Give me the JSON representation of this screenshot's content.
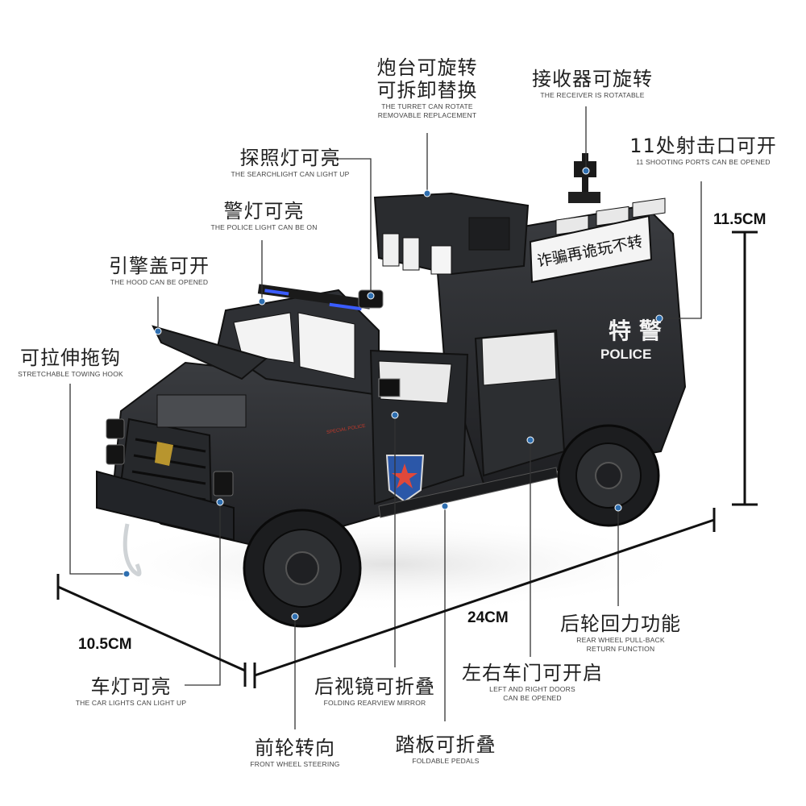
{
  "dimensions": {
    "height": "11.5CM",
    "length": "24CM",
    "width": "10.5CM"
  },
  "vehicle": {
    "banner_text": "诈骗再诡玩不转",
    "door_text": "特 警",
    "police_text": "POLICE",
    "emblem_text": "SPECIAL POLICE"
  },
  "features": [
    {
      "cn": "炮台可旋转",
      "cn2": "可拆卸替换",
      "en": "THE TURRET CAN ROTATE",
      "en2": "REMOVABLE REPLACEMENT"
    },
    {
      "cn": "接收器可旋转",
      "en": "THE RECEIVER IS ROTATABLE"
    },
    {
      "cn": "11处射击口可开",
      "en": "11 SHOOTING PORTS CAN BE OPENED"
    },
    {
      "cn": "探照灯可亮",
      "en": "THE SEARCHLIGHT CAN LIGHT UP"
    },
    {
      "cn": "警灯可亮",
      "en": "THE POLICE LIGHT CAN BE ON"
    },
    {
      "cn": "引擎盖可开",
      "en": "THE HOOD CAN BE OPENED"
    },
    {
      "cn": "可拉伸拖钩",
      "en": "STRETCHABLE TOWING HOOK"
    },
    {
      "cn": "车灯可亮",
      "en": "THE CAR LIGHTS CAN LIGHT UP"
    },
    {
      "cn": "前轮转向",
      "en": "FRONT WHEEL STEERING"
    },
    {
      "cn": "后视镜可折叠",
      "en": "FOLDING REARVIEW MIRROR"
    },
    {
      "cn": "踏板可折叠",
      "en": "FOLDABLE PEDALS"
    },
    {
      "cn": "左右车门可开启",
      "en": "LEFT AND RIGHT DOORS",
      "en2": "CAN BE OPENED"
    },
    {
      "cn": "后轮回力功能",
      "en": "REAR WHEEL PULL-BACK",
      "en2": "RETURN FUNCTION"
    }
  ],
  "colors": {
    "body": "#2b2d30",
    "dark": "#17181a",
    "line": "#333333",
    "dot": "#2f6fb0",
    "tire": "#1c1d1f"
  }
}
